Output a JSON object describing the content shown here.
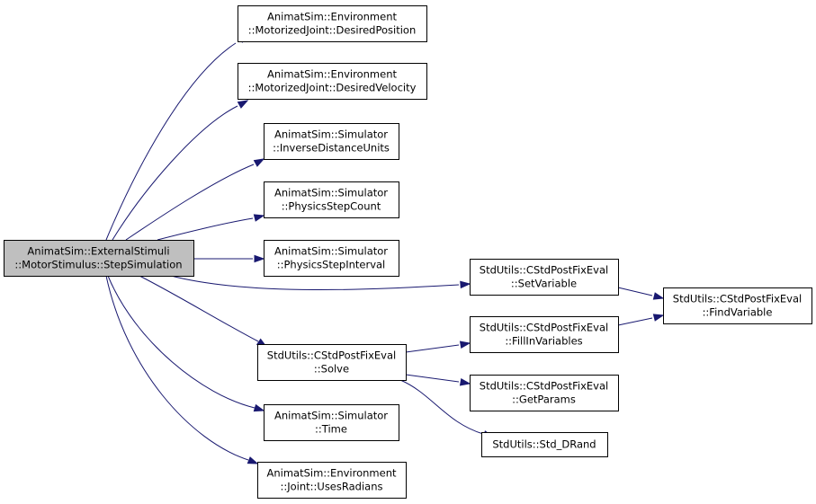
{
  "colors": {
    "edge": "#191970",
    "root_fill": "#bfbfbf",
    "node_fill": "#ffffff",
    "border": "#000000"
  },
  "nodes": {
    "root": [
      "AnimatSim::ExternalStimuli",
      "::MotorStimulus::StepSimulation"
    ],
    "desired_position": [
      "AnimatSim::Environment",
      "::MotorizedJoint::DesiredPosition"
    ],
    "desired_velocity": [
      "AnimatSim::Environment",
      "::MotorizedJoint::DesiredVelocity"
    ],
    "inverse_distance_units": [
      "AnimatSim::Simulator",
      "::InverseDistanceUnits"
    ],
    "physics_step_count": [
      "AnimatSim::Simulator",
      "::PhysicsStepCount"
    ],
    "physics_step_interval": [
      "AnimatSim::Simulator",
      "::PhysicsStepInterval"
    ],
    "set_variable": [
      "StdUtils::CStdPostFixEval",
      "::SetVariable"
    ],
    "find_variable": [
      "StdUtils::CStdPostFixEval",
      "::FindVariable"
    ],
    "fill_in_variables": [
      "StdUtils::CStdPostFixEval",
      "::FillInVariables"
    ],
    "solve": [
      "StdUtils::CStdPostFixEval",
      "::Solve"
    ],
    "get_params": [
      "StdUtils::CStdPostFixEval",
      "::GetParams"
    ],
    "time": [
      "AnimatSim::Simulator",
      "::Time"
    ],
    "std_drand": [
      "StdUtils::Std_DRand"
    ],
    "uses_radians": [
      "AnimatSim::Environment",
      "::Joint::UsesRadians"
    ]
  }
}
